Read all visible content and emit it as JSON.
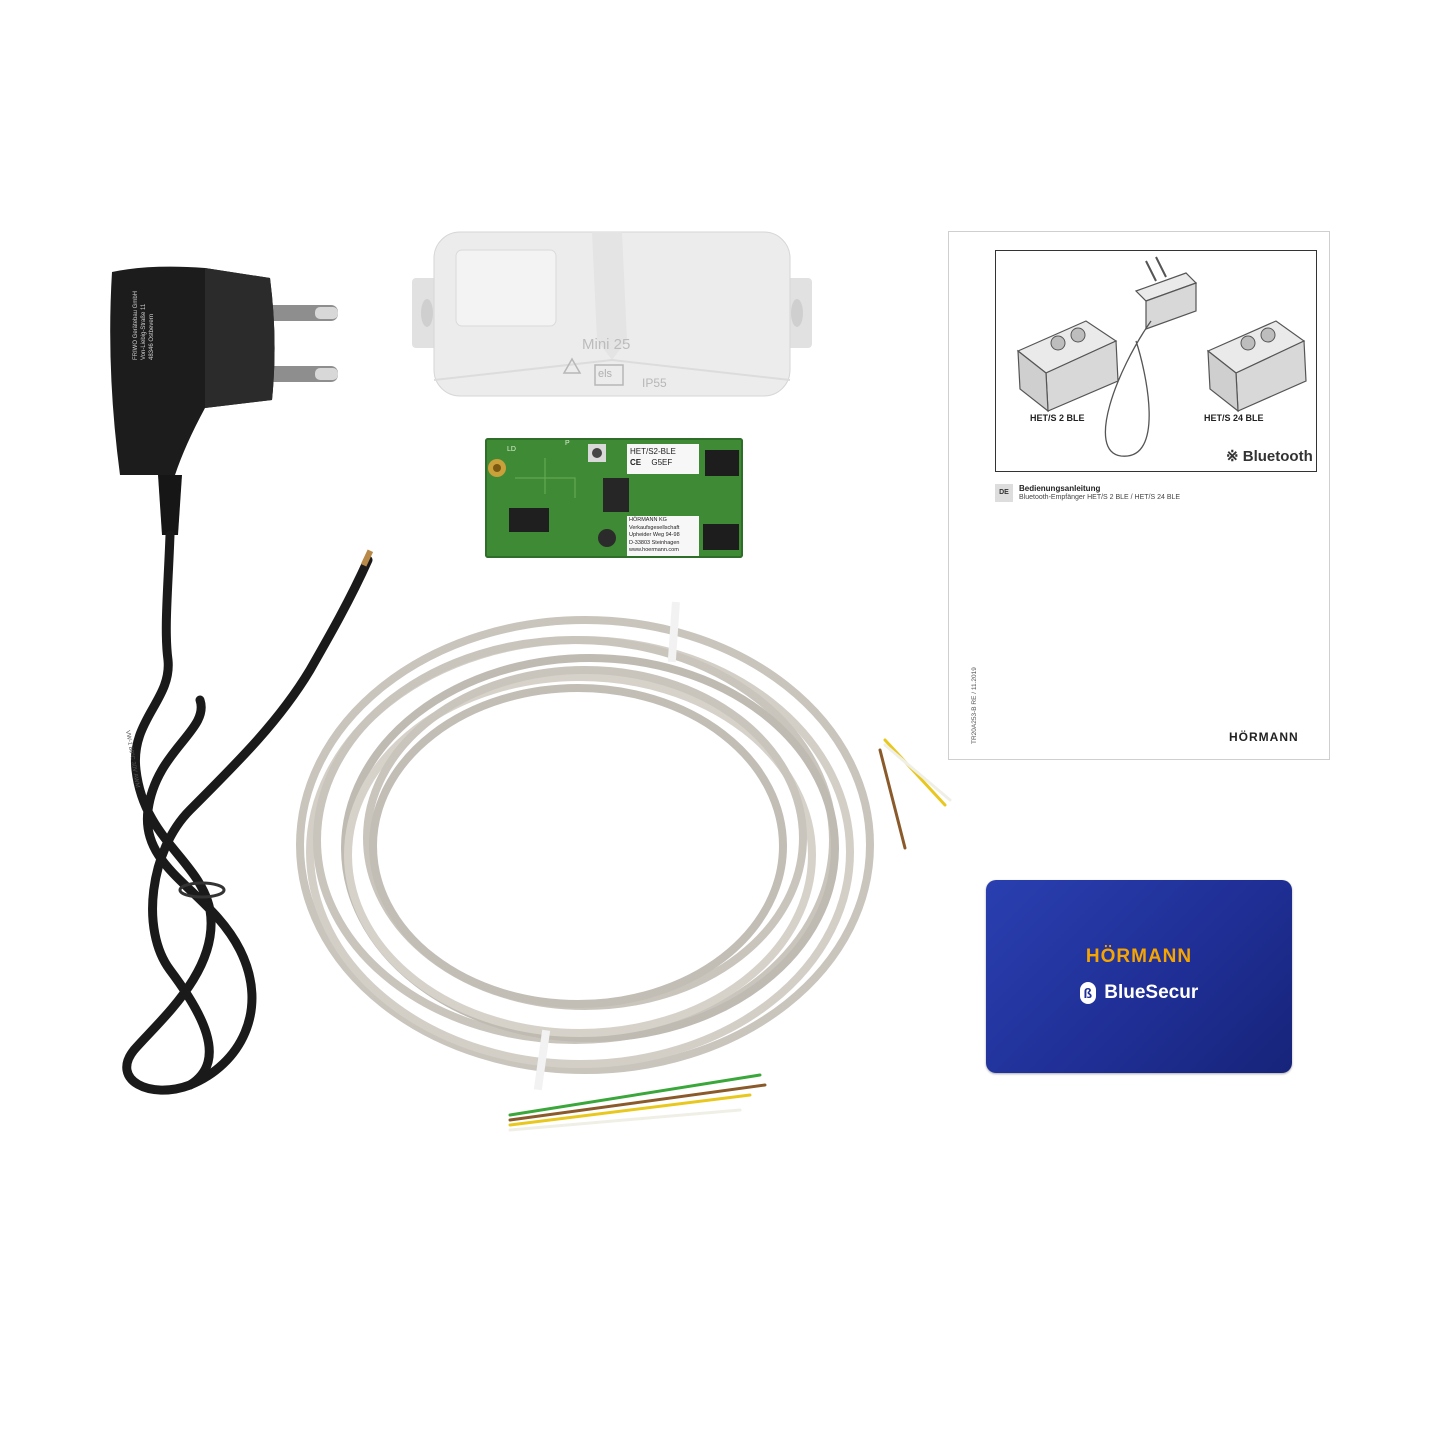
{
  "power_adapter": {
    "label_lines": [
      "FRIWO Gerätebau GmbH",
      "Von-Liebig-Straße 11",
      "48346 Ostbevern"
    ],
    "cable_marking": "VW-1 80°C 30V AWM"
  },
  "enclosure": {
    "model": "Mini 25",
    "brand": "els",
    "rating": "IP55"
  },
  "circuit_board": {
    "silk_led": "LD",
    "silk_p": "P",
    "model_label": "HET/S2-BLE",
    "ce_mark": "CE",
    "serial": "G5EF",
    "address_lines": [
      "HÖRMANN KG",
      "Verkaufsgesellschaft",
      "Upheider Weg 94-98",
      "D-33803 Steinhagen",
      "www.hoermann.com"
    ]
  },
  "manual": {
    "product_left": "HET/S 2 BLE",
    "product_right": "HET/S 24 BLE",
    "bluetooth_label": "Bluetooth",
    "language_badge": "DE",
    "title": "Bedienungsanleitung",
    "subtitle": "Bluetooth-Empfänger HET/S 2 BLE / HET/S 24 BLE",
    "doc_number": "TR20A253-B  RE / 11.2019",
    "brand": "HÖRMANN"
  },
  "card": {
    "brand": "HÖRMANN",
    "product": "BlueSecur",
    "brand_color": "#f5a400"
  }
}
